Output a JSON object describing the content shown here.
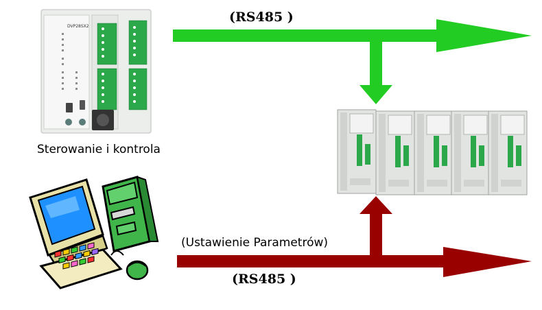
{
  "labels": {
    "rs485_top": "(RS485 )",
    "rs485_bottom": "(RS485 )",
    "control": "Sterowanie i kontrola",
    "parameter_setting": "(Ustawienie Parametrów)"
  },
  "plc": {
    "model_text": "DVP28SX2"
  },
  "colors": {
    "green_arrow": "#22cc22",
    "red_arrow": "#990000"
  }
}
